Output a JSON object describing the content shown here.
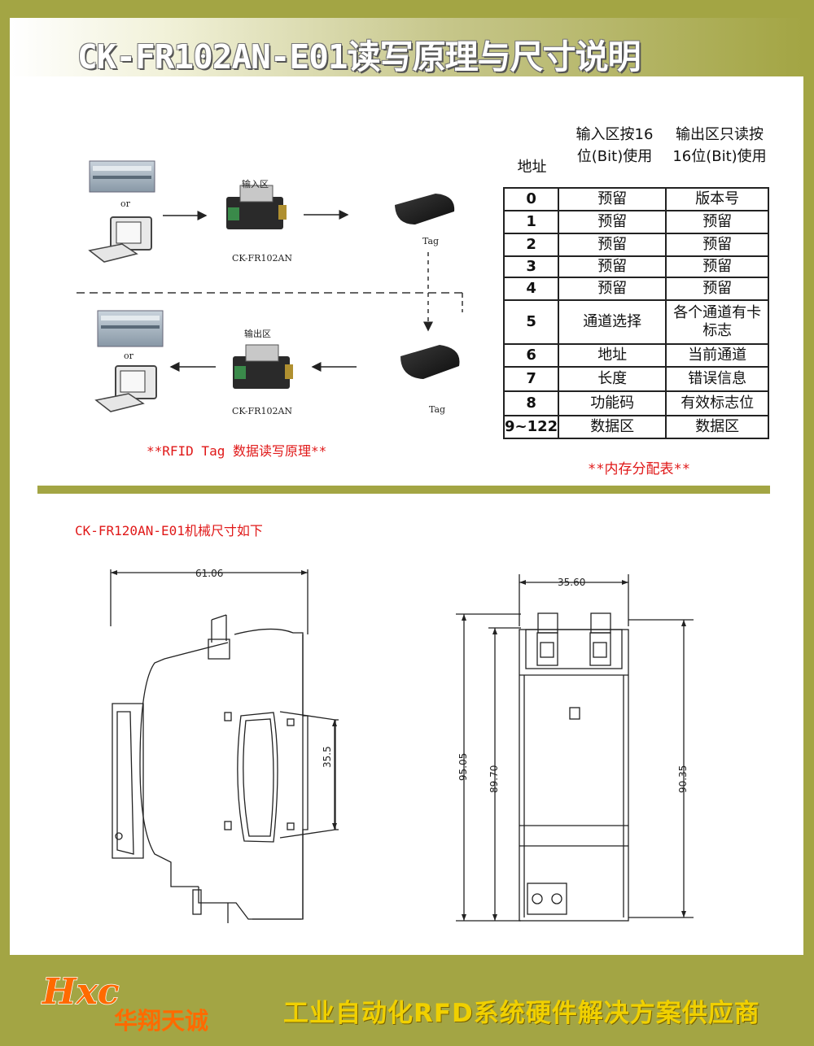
{
  "title": "CK-FR102AN-E01读写原理与尺寸说明",
  "diagram": {
    "input_zone_label": "输入区",
    "output_zone_label": "输出区",
    "or_label": "or",
    "device_label": "CK-FR102AN",
    "tag_label": "Tag",
    "caption": "**RFID Tag 数据读写原理**"
  },
  "memory_table": {
    "header_addr": "地址",
    "header_input": "输入区按16位(Bit)使用",
    "header_output": "输出区只读按16位(Bit)使用",
    "rows": [
      {
        "addr": "0",
        "input": "预留",
        "output": "版本号"
      },
      {
        "addr": "1",
        "input": "预留",
        "output": "预留"
      },
      {
        "addr": "2",
        "input": "预留",
        "output": "预留"
      },
      {
        "addr": "3",
        "input": "预留",
        "output": "预留"
      },
      {
        "addr": "4",
        "input": "预留",
        "output": "预留"
      },
      {
        "addr": "5",
        "input": "通道选择",
        "output": "各个通道有卡标志"
      },
      {
        "addr": "6",
        "input": "地址",
        "output": "当前通道"
      },
      {
        "addr": "7",
        "input": "长度",
        "output": "错误信息"
      },
      {
        "addr": "8",
        "input": "功能码",
        "output": "有效标志位"
      },
      {
        "addr": "9~122",
        "input": "数据区",
        "output": "数据区"
      }
    ],
    "caption": "**内存分配表**"
  },
  "mechanical": {
    "heading": "CK-FR120AN-E01机械尺寸如下",
    "side_width": "61.06",
    "side_rail": "35.5",
    "front_width": "35.60",
    "front_h1": "95.05",
    "front_h2": "89.70",
    "front_h3": "90.35"
  },
  "footer": {
    "logo_text": "Hxc",
    "company": "华翔天诚",
    "slogan": "工业自动化RFD系统硬件解决方案供应商"
  },
  "colors": {
    "border_green": "#a3a544",
    "caption_red": "#e01818",
    "slogan_yellow": "#f0d000",
    "logo_orange": "#ff6a00"
  }
}
